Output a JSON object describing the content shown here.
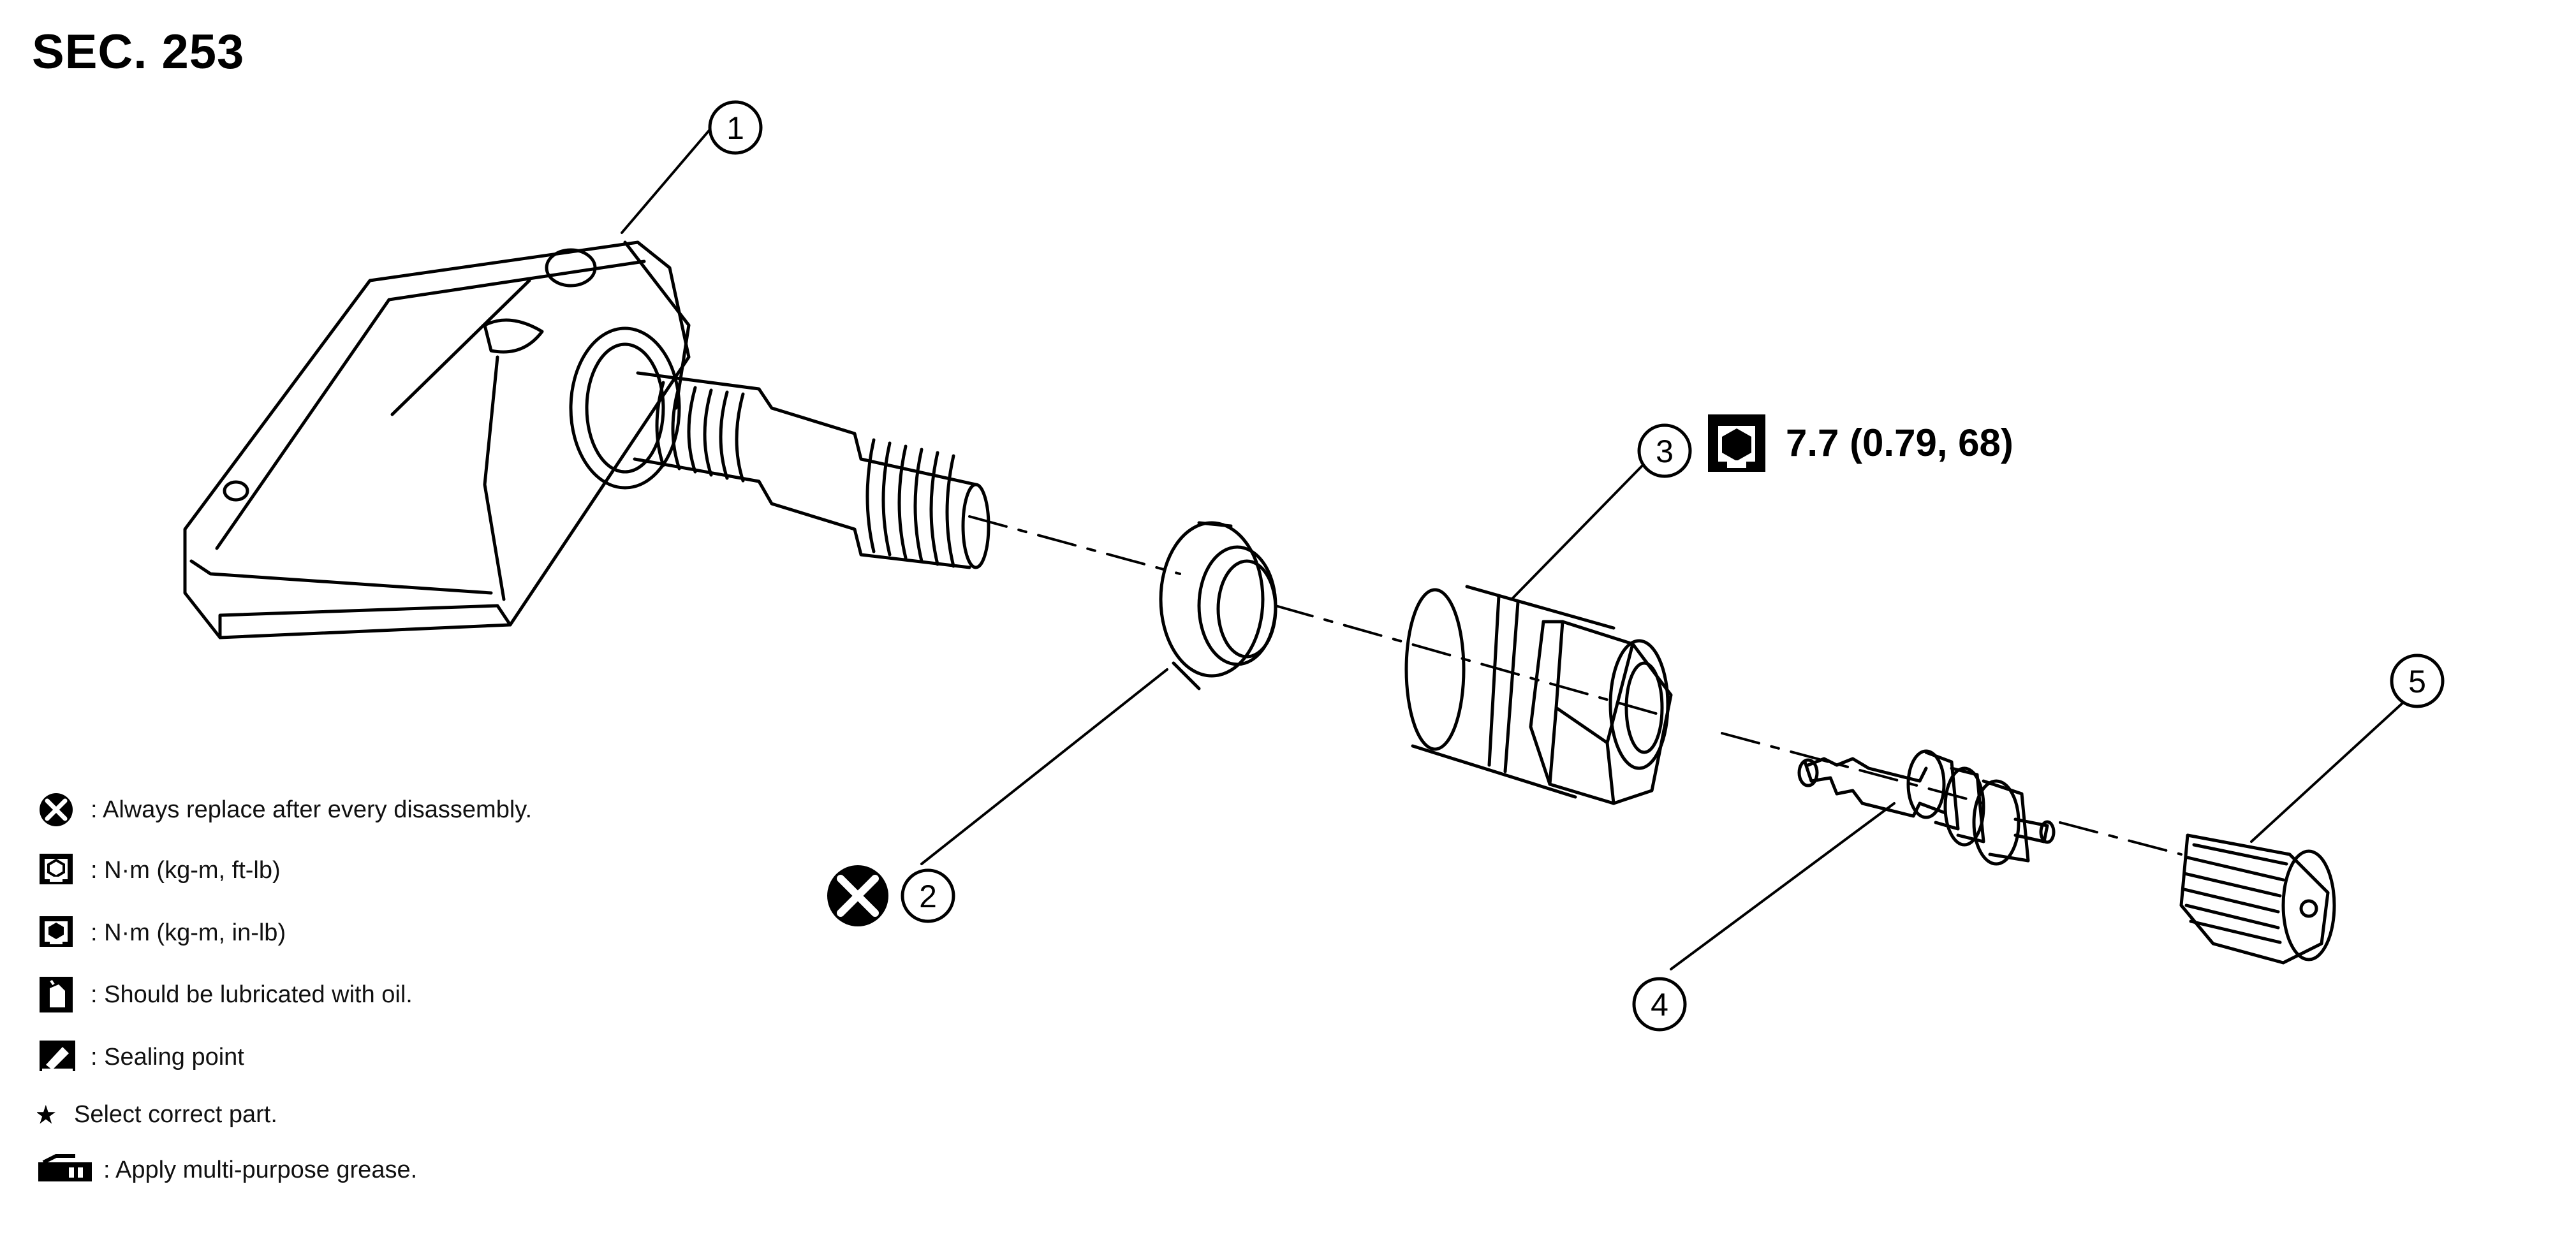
{
  "title": "SEC. 253",
  "callouts": [
    "1",
    "2",
    "3",
    "4",
    "5"
  ],
  "torque_spec": "7.7 (0.79, 68)",
  "legend": [
    {
      "icon": "replace-icon",
      "text": ": Always replace after every disassembly."
    },
    {
      "icon": "torque-ft-lb-icon",
      "text": ": N·m (kg-m, ft-lb)"
    },
    {
      "icon": "torque-in-lb-icon",
      "text": ": N·m (kg-m, in-lb)"
    },
    {
      "icon": "oil-icon",
      "text": ": Should be lubricated with oil."
    },
    {
      "icon": "sealing-icon",
      "text": ": Sealing point"
    },
    {
      "icon": "star-icon",
      "text": "Select correct part."
    },
    {
      "icon": "grease-icon",
      "text": ": Apply multi-purpose grease."
    }
  ]
}
